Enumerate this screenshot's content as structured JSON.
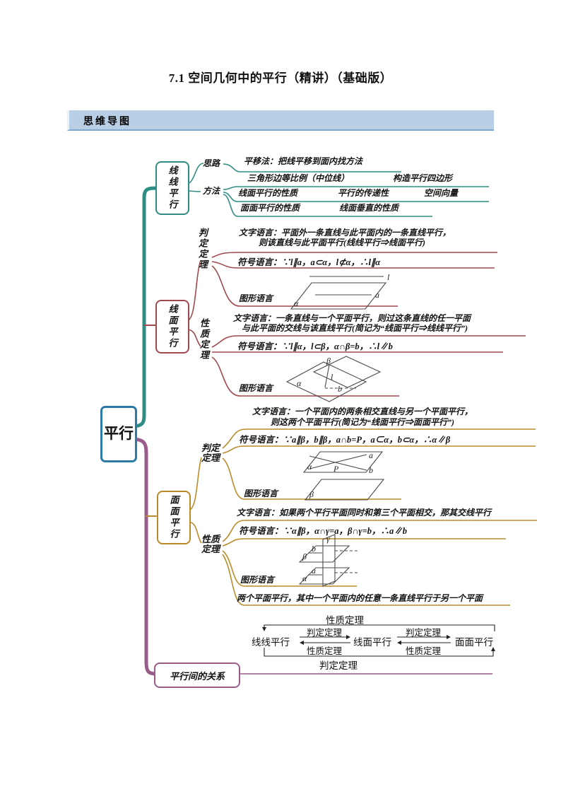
{
  "title": "7.1 空间几何中的平行（精讲）（基础版）",
  "header": {
    "label": "思维导图"
  },
  "root": {
    "label": "平行"
  },
  "colors": {
    "teal": "#2f8e83",
    "maroon": "#a0494f",
    "gold": "#bb8b2a",
    "purple": "#995c8b",
    "root_blue": "#2d7aa6",
    "header_bg": "#b9cfe6"
  },
  "line_line": {
    "node": "线线平行",
    "idea_label": "思路",
    "idea_text": "平移法：把线平移到面内找方法",
    "method_label": "方法",
    "method_rows": [
      [
        "三角形边等比例（中位线）",
        "构造平行四边形"
      ],
      [
        "线面平行的性质",
        "平行的传递性",
        "空间向量"
      ],
      [
        "面面平行的性质",
        "线面垂直的性质"
      ]
    ]
  },
  "line_plane": {
    "node": "线面平行",
    "judgment": {
      "label": "判定定理",
      "text1": "文字语言：平面外一条直线与此平面内的一条直线平行，",
      "text2": "则该直线与此平面平行(线线平行⇒线面平行)",
      "symbol": "符号语言：∵l∥a，a⊂α，l⊄α，∴l∥α",
      "figure_label": "图形语言",
      "fig": {
        "l": "l",
        "a": "a",
        "alpha": "α"
      }
    },
    "property": {
      "label": "性质定理",
      "text1": "文字语言：一条直线与一个平面平行，则过这条直线的任一平面",
      "text2": "与此平面的交线与该直线平行(简记为“线面平行⇒线线平行”)",
      "symbol": "符号语言：∵l∥α，l⊂β，α∩β=b，∴l∥b",
      "figure_label": "图形语言",
      "fig": {
        "alpha": "α",
        "beta": "β",
        "l": "l",
        "b": "b"
      }
    }
  },
  "plane_plane": {
    "node": "面面平行",
    "judgment": {
      "label": "判定定理",
      "text1": "文字语言：一个平面内的两条相交直线与另一个平面平行，",
      "text2": "则这两个平面平行(简记为“线面平行⇒面面平行”)",
      "symbol": "符号语言：∵a∥β，b∥β，a∩b=P，a⊂α，b⊂α，∴α∥β",
      "figure_label": "图形语言",
      "fig": {
        "alpha": "α",
        "beta": "β",
        "a": "a",
        "b": "b",
        "p": "P"
      }
    },
    "property": {
      "label": "性质定理",
      "text1": "文字语言：如果两个平行平面同时和第三个平面相交，那其交线平行",
      "symbol": "符号语言：∵α∥β，α∩γ=a，β∩γ=b，∴a∥b",
      "figure_label": "图形语言",
      "fig": {
        "alpha": "α",
        "beta": "β",
        "gamma": "γ",
        "a": "a",
        "b": "b"
      }
    },
    "extra": "两个平面平行，其中一个平面内的任意一条直线平行于另一个平面"
  },
  "relations": {
    "node": "平行间的关系",
    "top_label": "性质定理",
    "bottom_label": "判定定理",
    "items": [
      "线线平行",
      "线面平行",
      "面面平行"
    ],
    "pair_top": "判定定理",
    "pair_bottom": "性质定理"
  }
}
